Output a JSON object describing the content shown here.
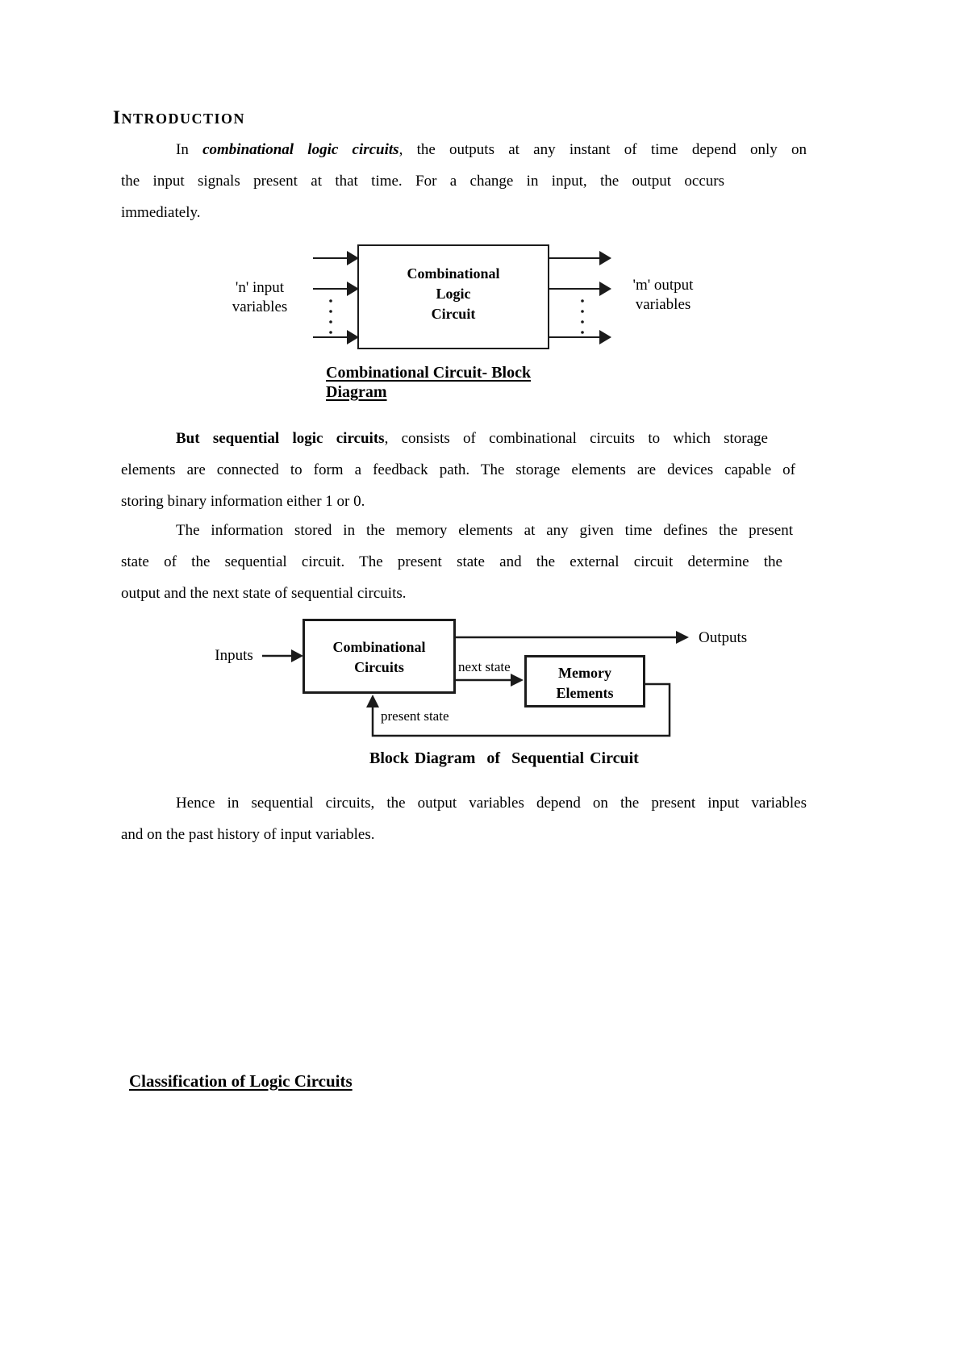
{
  "document": {
    "intro_heading": "INTRODUCTION",
    "p1": {
      "line1_prefix": "In ",
      "line1_emphasis": "combinational logic circuits",
      "line1_rest": ", the outputs at any instant of time depend only on",
      "line2": "the input signals present at that time. For a change in input, the output occurs",
      "line3": "immediately."
    },
    "p2": {
      "line1_emphasis": "But sequential logic circuits",
      "line1_rest": ", consists of combinational circuits to which storage",
      "line2": "elements are connected to form a feedback path. The storage elements are devices capable of",
      "line3": "storing binary information either 1 or 0."
    },
    "p3": {
      "line1": "The information stored in the memory elements at any given time defines the present",
      "line2": "state of the sequential circuit. The present state and the external circuit determine the",
      "line3": "output and the next state of sequential circuits."
    },
    "p4": {
      "line1": "Hence in sequential circuits, the output variables depend on the present input variables",
      "line2": "and on the past history of input variables."
    },
    "diagram1": {
      "input_label_line1": "'n' input",
      "input_label_line2": "variables",
      "box_line1": "Combinational",
      "box_line2": "Logic",
      "box_line3": "Circuit",
      "output_label_line1": "'m' output",
      "output_label_line2": "variables",
      "caption_line1": "Combinational Circuit- Block",
      "caption_line2": "Diagram"
    },
    "diagram2": {
      "inputs_label": "Inputs",
      "box1_line1": "Combinational",
      "box1_line2": "Circuits",
      "next_state_label": "next state",
      "box2_line1": "Memory",
      "box2_line2": "Elements",
      "outputs_label": "Outputs",
      "present_state_label": "present state",
      "caption": "Block Diagram  of  Sequential Circuit"
    },
    "classification_heading": "Classification of Logic Circuits"
  },
  "colors": {
    "text": "#000000",
    "background": "#ffffff",
    "line": "#1b1b1b"
  }
}
